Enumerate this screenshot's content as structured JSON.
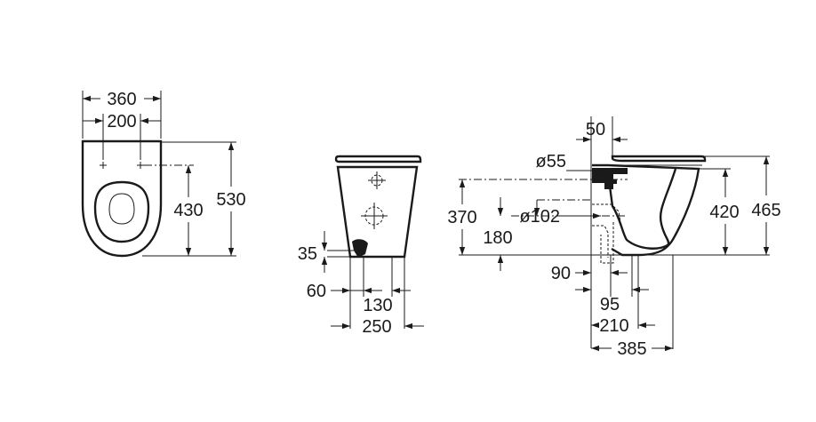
{
  "drawing": {
    "top_view": {
      "overall_width": "360",
      "fixing_spacing": "200",
      "fixing_depth": "430",
      "overall_depth": "530"
    },
    "back_view": {
      "outlet_offset_height": "35",
      "outlet_offset_side": "60",
      "fixing_spacing": "130",
      "base_width": "250"
    },
    "side_view": {
      "seat_setback": "50",
      "inlet_diameter": "ø55",
      "inlet_height": "370",
      "outlet_diameter": "ø102",
      "outlet_height": "180",
      "bowl_height": "420",
      "overall_height": "465",
      "outlet_dist_a": "90",
      "outlet_dist_b": "95",
      "outlet_dist_c": "210",
      "overall_length": "385"
    }
  }
}
